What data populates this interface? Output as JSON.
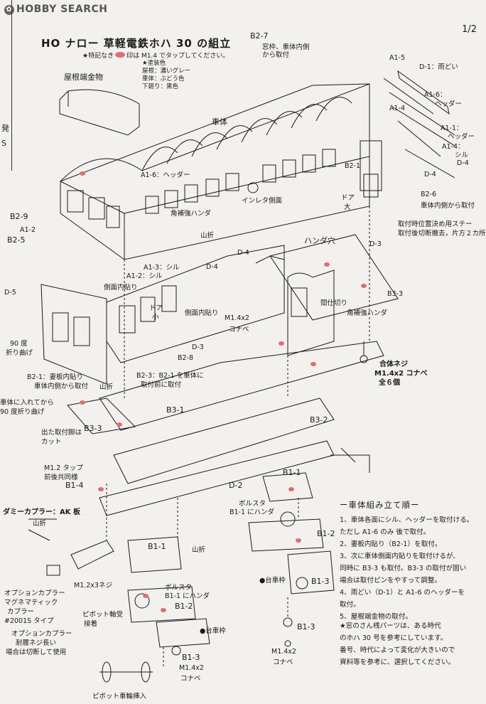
{
  "header": {
    "logo_text": "HOBBY SEARCH",
    "page_number": "1/2"
  },
  "side_fragments": [
    "発",
    "S"
  ],
  "title": "HO ナロー 草軽電鉄ホハ 30 の組立",
  "subtitle": {
    "before": "★特記なき",
    "after": "印は M1.4 でタップしてください。"
  },
  "paint_spec": {
    "heading": "★塗装色",
    "lines": [
      "屋根：濃いグレー",
      "車体：ぶどう色",
      "下廻り：黒色"
    ]
  },
  "labels": {
    "roof_end": "屋根端金物",
    "body": "車体",
    "b2_7": "B2-7",
    "b2_7_note1": "窓枠、車体内側",
    "b2_7_note2": "から取付",
    "a1_5": "A1-5",
    "d1_gutter": "D-1：雨どい",
    "a1_6_header_r": "A1-6：",
    "header_r": "ヘッダー",
    "a1_4": "A1-4",
    "a1_1": "A1-1：",
    "header_r2": "ヘッダー",
    "a1_4_sill": "A1-4：",
    "sill_r": "シル",
    "d4_a": "D-4",
    "d4_b": "D-4",
    "b2_1_top": "B2-1",
    "b2_6": "B2-6",
    "b2_6_note": "車体内側から取付",
    "stay_note1": "取付時位置決め用ステー",
    "stay_note2": "取付後切断撤去，片方２カ所",
    "a1_6_header": "A1-6：ヘッダー",
    "insulation_side": "インレタ側面",
    "door_big": "ドア",
    "door_big2": "大",
    "b2_9": "B2-9",
    "a1_2": "A1-2",
    "b2_5": "B2-5",
    "corner_solder": "角補強ハンダ",
    "yamaori_a": "山折",
    "a1_3_sill": "A1-3：シル",
    "a1_2_sill": "A1-2：シル",
    "side_inner": "側面内貼り",
    "d4_c": "D-4",
    "d4_d": "D-4",
    "solder_hole": "ハンダ穴",
    "d3_a": "D-3",
    "b3_3_r": "B3-3",
    "d5": "D-5",
    "door_small": "ドア",
    "door_small2": "小",
    "side_inner2": "側面内貼り",
    "m14x2_konabe": "M1.4x2",
    "konabe": "コナベ",
    "partition": "間仕切り",
    "corner_solder2": "角補強ハンダ",
    "d3_b": "D-3",
    "b2_8": "B2-8",
    "bend90": "90 度",
    "bend90b": "折り曲げ",
    "b2_1_note1": "B2-1：妻板内貼り",
    "b2_1_note2": "車体内側から取付",
    "b2_3_note1": "B2-3：B2-1 を車体に",
    "b2_3_note2": "取付前に取付",
    "gattai_screw1": "合体ネジ",
    "gattai_screw2": "M1.4x2 コナベ",
    "gattai_screw3": "全６個",
    "insert_note1": "車体に入れてから",
    "insert_note2": "90 度折り曲げ",
    "yamaori_b": "山折",
    "b3_1": "B3-1",
    "b3_3_l": "B3-3",
    "b3_2": "B3-2",
    "cut_note1": "出た取付脚は",
    "cut_note2": "カット",
    "m12_tap1": "M1.2 タップ",
    "m12_tap2": "前後共同様",
    "b1_1_r": "B1-1",
    "b1_4": "B1-4",
    "d2": "D-2",
    "bolster_r1": "ボルスタ",
    "bolster_r2": "B1-1 にハンダ",
    "dummy_coupler": "ダミーカプラー：AK 板",
    "yamaori_c": "山折",
    "b1_2_r": "B1-2",
    "b1_1_c": "B1-1",
    "yamaori_d": "山折",
    "truck_frame_r": "●台車枠",
    "b1_3_r": "B1-3",
    "m12x3": "M1.2x3ネジ",
    "opt_coupler1": "オプションカプラー",
    "opt_coupler2": "マグネマティック",
    "opt_coupler3": "カプラー",
    "opt_coupler4": "#2001S タイプ",
    "pivot_bearing1": "ピボット軸受",
    "pivot_bearing2": "接着",
    "bolster_l1": "ボルスタ",
    "bolster_l2": "B1-1 にハンダ",
    "b1_2_l": "B1-2",
    "opt_coupler_b1": "オプションカプラー",
    "opt_coupler_b2": "耐履ネジ長い",
    "opt_coupler_b3": "場合は切断して使用",
    "truck_frame_l": "●台車枠",
    "b1_3_c": "B1-3",
    "m14x2_b": "M1.4x2",
    "konabe_b": "コナベ",
    "b1_3_l": "B1-3",
    "m14x2_c": "M1.4x2",
    "konabe_c": "コナベ",
    "pivot_insert": "ピボット車輪挿入"
  },
  "assembly_steps": {
    "heading": "ー車体組み立て順ー",
    "items": [
      "1、車体各面にシル、ヘッダーを取付ける。",
      "ただし A1-6 のみ 後で取付。",
      "2、妻板内貼り（B2-1）を取付。",
      "3、次に車体側面内貼りを取付けるが、",
      "同時に B3-3 も取付。B3-3 の取付が固い",
      "場合は取付ピンをやすって調整。",
      "4、雨どい（D-1）と A1-6 のヘッダーを",
      "取付。",
      "5、屋根端金物の取付。"
    ]
  },
  "note": {
    "lines": [
      "★窓のさん桟パーツは、ある時代",
      "のホハ 30 号を参考にしています。",
      "番号、時代によって変化が大きいので",
      "資料等を参考に、選択してください。"
    ]
  },
  "colors": {
    "ink": "#1a1a1a",
    "paper": "#f2f1ee",
    "tap_mark": "#e26d6d"
  }
}
